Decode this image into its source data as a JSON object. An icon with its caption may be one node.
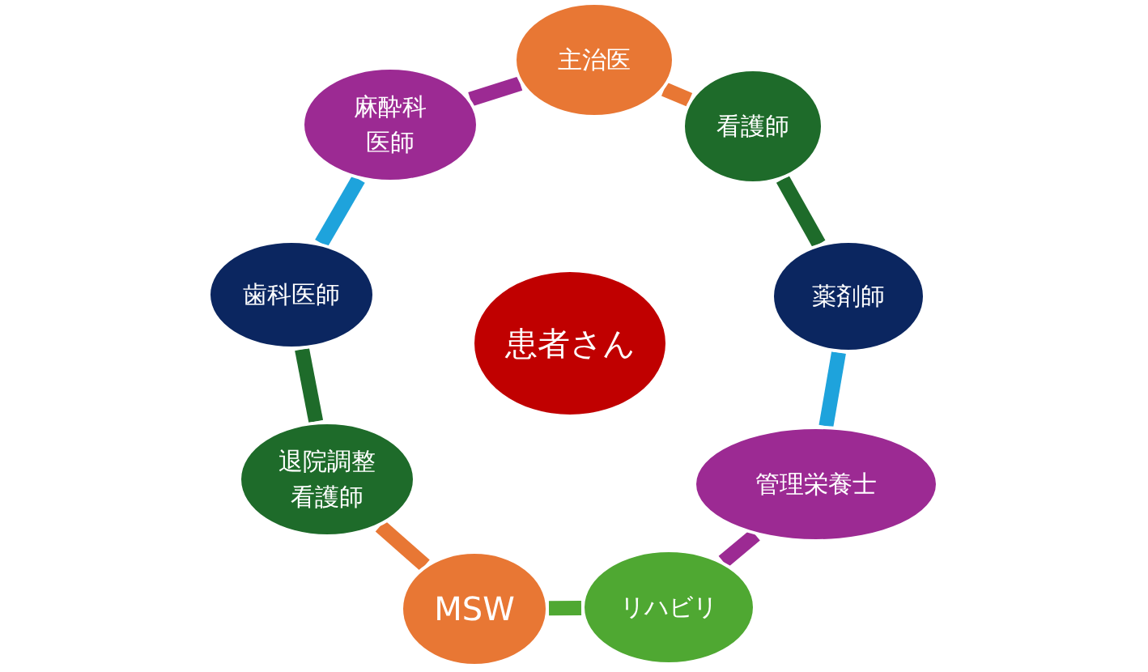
{
  "diagram": {
    "nodes": [
      {
        "text": [
          "患者さん"
        ]
      },
      {
        "text": [
          "主治医"
        ]
      },
      {
        "text": [
          "看護師"
        ]
      },
      {
        "text": [
          "薬剤師"
        ]
      },
      {
        "text": [
          "管理栄養士"
        ]
      },
      {
        "text": [
          "リハビリ"
        ]
      },
      {
        "text": [
          "MSW"
        ]
      },
      {
        "text": [
          "退院調整看護師"
        ]
      },
      {
        "text": [
          "歯科医師"
        ]
      },
      {
        "text": [
          "麻酔科医師"
        ]
      }
    ],
    "edges": [
      {
        "from": 1,
        "to": 2,
        "arrow": "none",
        "color": "#e87734"
      },
      {
        "from": 2,
        "to": 3,
        "arrow": "none",
        "color": "#1e6b2a"
      },
      {
        "from": 3,
        "to": 4,
        "arrow": "none",
        "color": "#1ea3dc"
      },
      {
        "from": 4,
        "to": 5,
        "arrow": "none",
        "color": "#9c2a93"
      },
      {
        "from": 5,
        "to": 6,
        "arrow": "none",
        "color": "#4fa832"
      },
      {
        "from": 6,
        "to": 7,
        "arrow": "none",
        "color": "#e87734"
      },
      {
        "from": 7,
        "to": 8,
        "arrow": "none",
        "color": "#1e6b2a"
      },
      {
        "from": 8,
        "to": 9,
        "arrow": "none",
        "color": "#1ea3dc"
      },
      {
        "from": 9,
        "to": 1,
        "arrow": "none",
        "color": "#9c2a93"
      }
    ]
  }
}
